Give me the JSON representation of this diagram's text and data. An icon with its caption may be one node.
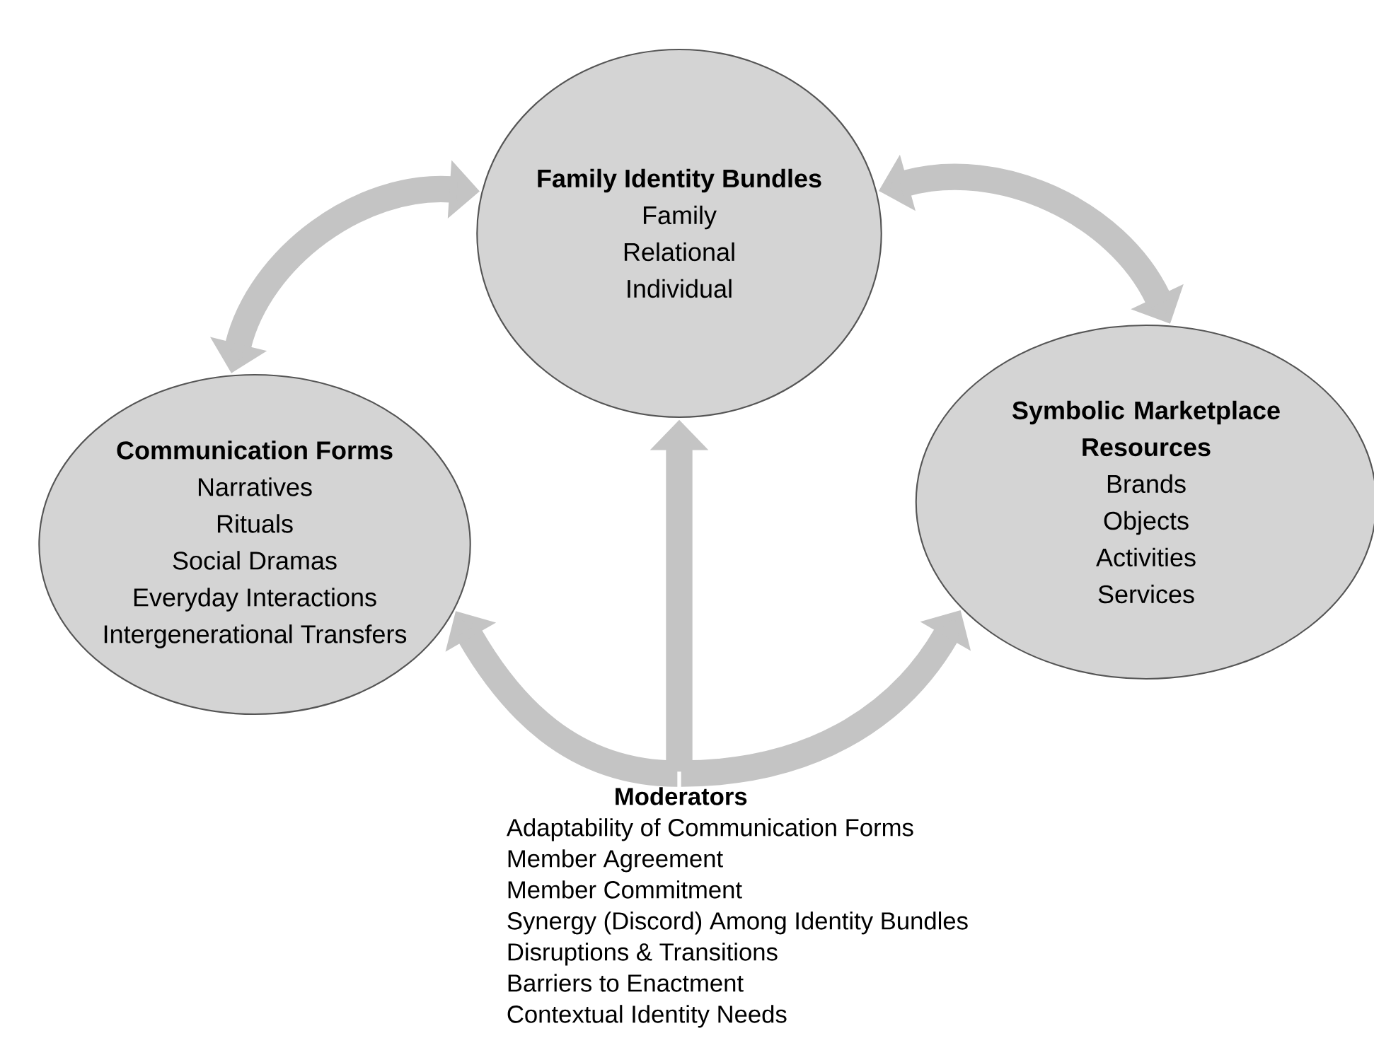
{
  "diagram": {
    "nodes": [
      {
        "text": [
          "Family Identity Bundles",
          "Family",
          "Relational",
          "Individual"
        ]
      },
      {
        "text": [
          "Communication Forms",
          "Narratives",
          "Rituals",
          "Social Dramas",
          "Everyday Interactions",
          "Intergenerational Transfers"
        ]
      },
      {
        "text": [
          "Symbolic Marketplace Resources",
          "Brands",
          "Objects",
          "Activities",
          "Services"
        ]
      },
      {
        "text": [
          "Moderators",
          "Adaptability of Communication Forms",
          "Member Agreement",
          "Member Commitment",
          "Synergy (Discord) Among Identity Bundles",
          "Disruptions & Transitions",
          "Barriers to Enactment",
          "Contextual Identity Needs"
        ]
      }
    ],
    "edges": [
      {
        "from": 1,
        "to": 0,
        "arrow": "both"
      },
      {
        "from": 0,
        "to": 2,
        "arrow": "both"
      },
      {
        "from": 3,
        "to": 1,
        "arrow": "to"
      },
      {
        "from": 3,
        "to": 2,
        "arrow": "to"
      },
      {
        "from": 3,
        "to": 0,
        "arrow": "to"
      }
    ]
  }
}
